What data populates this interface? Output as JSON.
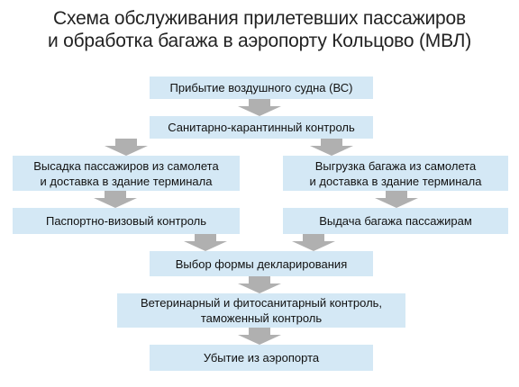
{
  "title": {
    "line1": "Схема обслуживания прилетевших пассажиров",
    "line2": "и обработка багажа в аэропорту Кольцово (МВЛ)"
  },
  "nodes": {
    "arrival": [
      "Прибытие воздушного судна (ВС)"
    ],
    "quarantine": [
      "Санитарно-карантинный контроль"
    ],
    "disembark": [
      "Высадка пассажиров из самолета",
      "и доставка в здание терминала"
    ],
    "unload": [
      "Выгрузка багажа из самолета",
      "и доставка в здание терминала"
    ],
    "passport": [
      "Паспортно-визовый контроль"
    ],
    "baggage_claim": [
      "Выдача багажа пассажирам"
    ],
    "declaration": [
      "Выбор формы декларирования"
    ],
    "vet_customs": [
      "Ветеринарный и фитосанитарный контроль,",
      "таможенный контроль"
    ],
    "departure": [
      "Убытие из аэропорта"
    ]
  },
  "colors": {
    "box_fill": "#d4e8f5",
    "arrow_fill": "#b0b0b0",
    "title_text": "#222222"
  }
}
